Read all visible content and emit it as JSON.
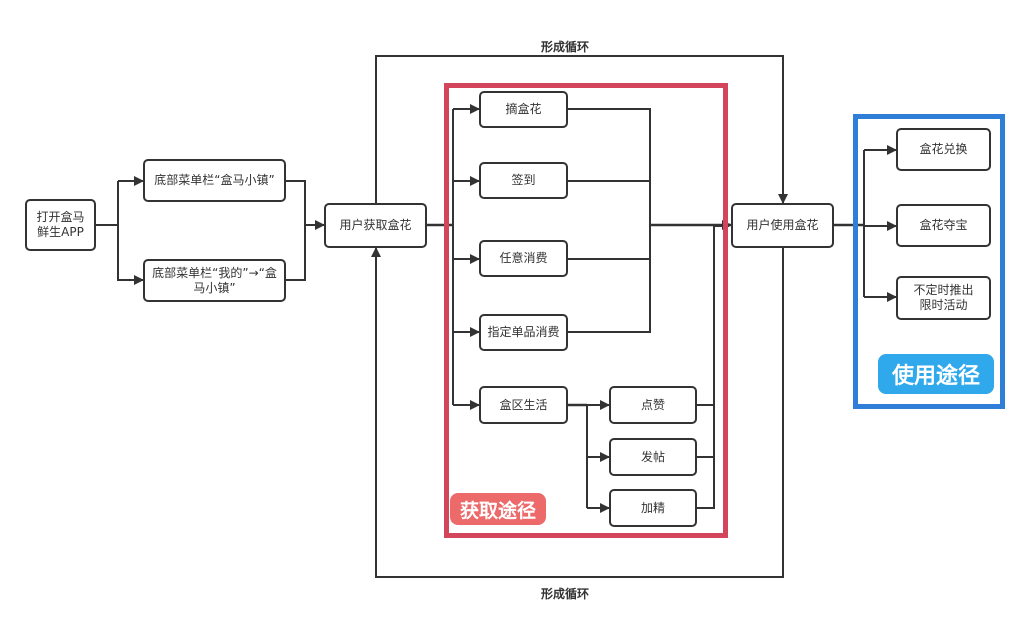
{
  "colors": {
    "line": "#333333",
    "acquire_frame": "#d2455b",
    "acquire_tag": "#ec6a6a",
    "use_frame": "#2f7ed8",
    "use_tag": "#2fa8ec"
  },
  "loop": {
    "top_label": "形成循环",
    "bottom_label": "形成循环"
  },
  "nodes": {
    "open_app": "打开盒马鲜生APP",
    "menu_town": "底部菜单栏“盒马小镇”",
    "menu_mine": "底部菜单栏“我的”→“盒马小镇”",
    "user_get": "用户获取盒花",
    "pick": "摘盒花",
    "checkin": "签到",
    "any_purchase": "任意消费",
    "specific_purchase": "指定单品消费",
    "community": "盒区生活",
    "like": "点赞",
    "post": "发帖",
    "feature": "加精",
    "user_use": "用户使用盒花",
    "redeem": "盒花兑换",
    "treasure": "盒花夺宝",
    "limited_event": "不定时推出限时活动"
  },
  "groups": {
    "acquire_label": "获取途径",
    "use_label": "使用途径"
  }
}
